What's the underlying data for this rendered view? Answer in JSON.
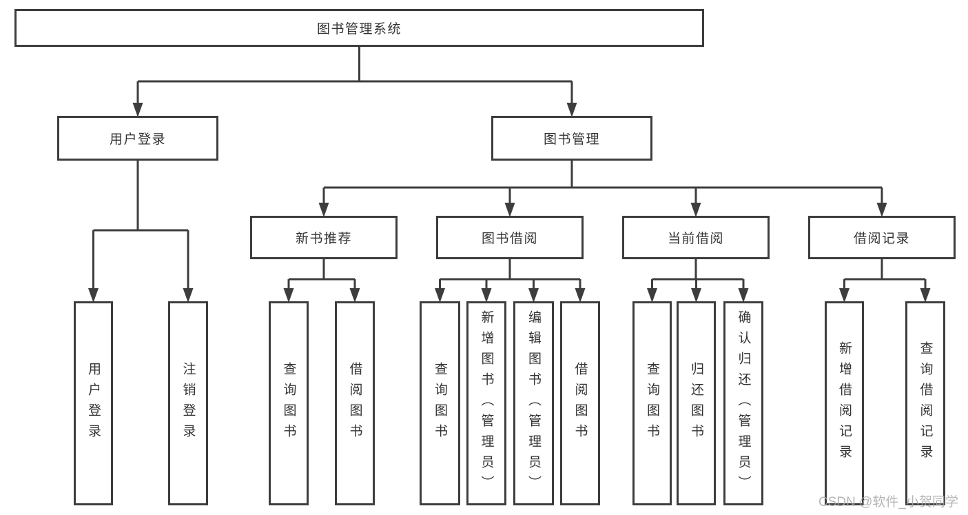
{
  "diagram": {
    "title": "图书管理系统",
    "nodes": {
      "root": {
        "label": "图书管理系统"
      },
      "user_login": {
        "label": "用户登录"
      },
      "book_mgmt": {
        "label": "图书管理"
      },
      "new_books": {
        "label": "新书推荐"
      },
      "book_borrow": {
        "label": "图书借阅"
      },
      "current_borrow": {
        "label": "当前借阅"
      },
      "borrow_records": {
        "label": "借阅记录"
      },
      "leaf_user_login": {
        "label": "用户登录"
      },
      "leaf_logout": {
        "label": "注销登录"
      },
      "leaf_nb_query": {
        "label": "查询图书"
      },
      "leaf_nb_borrow": {
        "label": "借阅图书"
      },
      "leaf_bb_query": {
        "label": "查询图书"
      },
      "leaf_bb_add": {
        "label": "新增图书（管理员）"
      },
      "leaf_bb_edit": {
        "label": "编辑图书（管理员）"
      },
      "leaf_bb_borrow": {
        "label": "借阅图书"
      },
      "leaf_cb_query": {
        "label": "查询图书"
      },
      "leaf_cb_return": {
        "label": "归还图书"
      },
      "leaf_cb_confirm": {
        "label": "确认归还（管理员）"
      },
      "leaf_br_add": {
        "label": "新增借阅记录"
      },
      "leaf_br_query": {
        "label": "查询借阅记录"
      }
    },
    "colors": {
      "line": "#3d3d3d",
      "text": "#333333",
      "background": "#ffffff",
      "watermark": "#a9a9a9"
    }
  },
  "watermark": {
    "text": "CSDN @软件_小贺同学"
  }
}
